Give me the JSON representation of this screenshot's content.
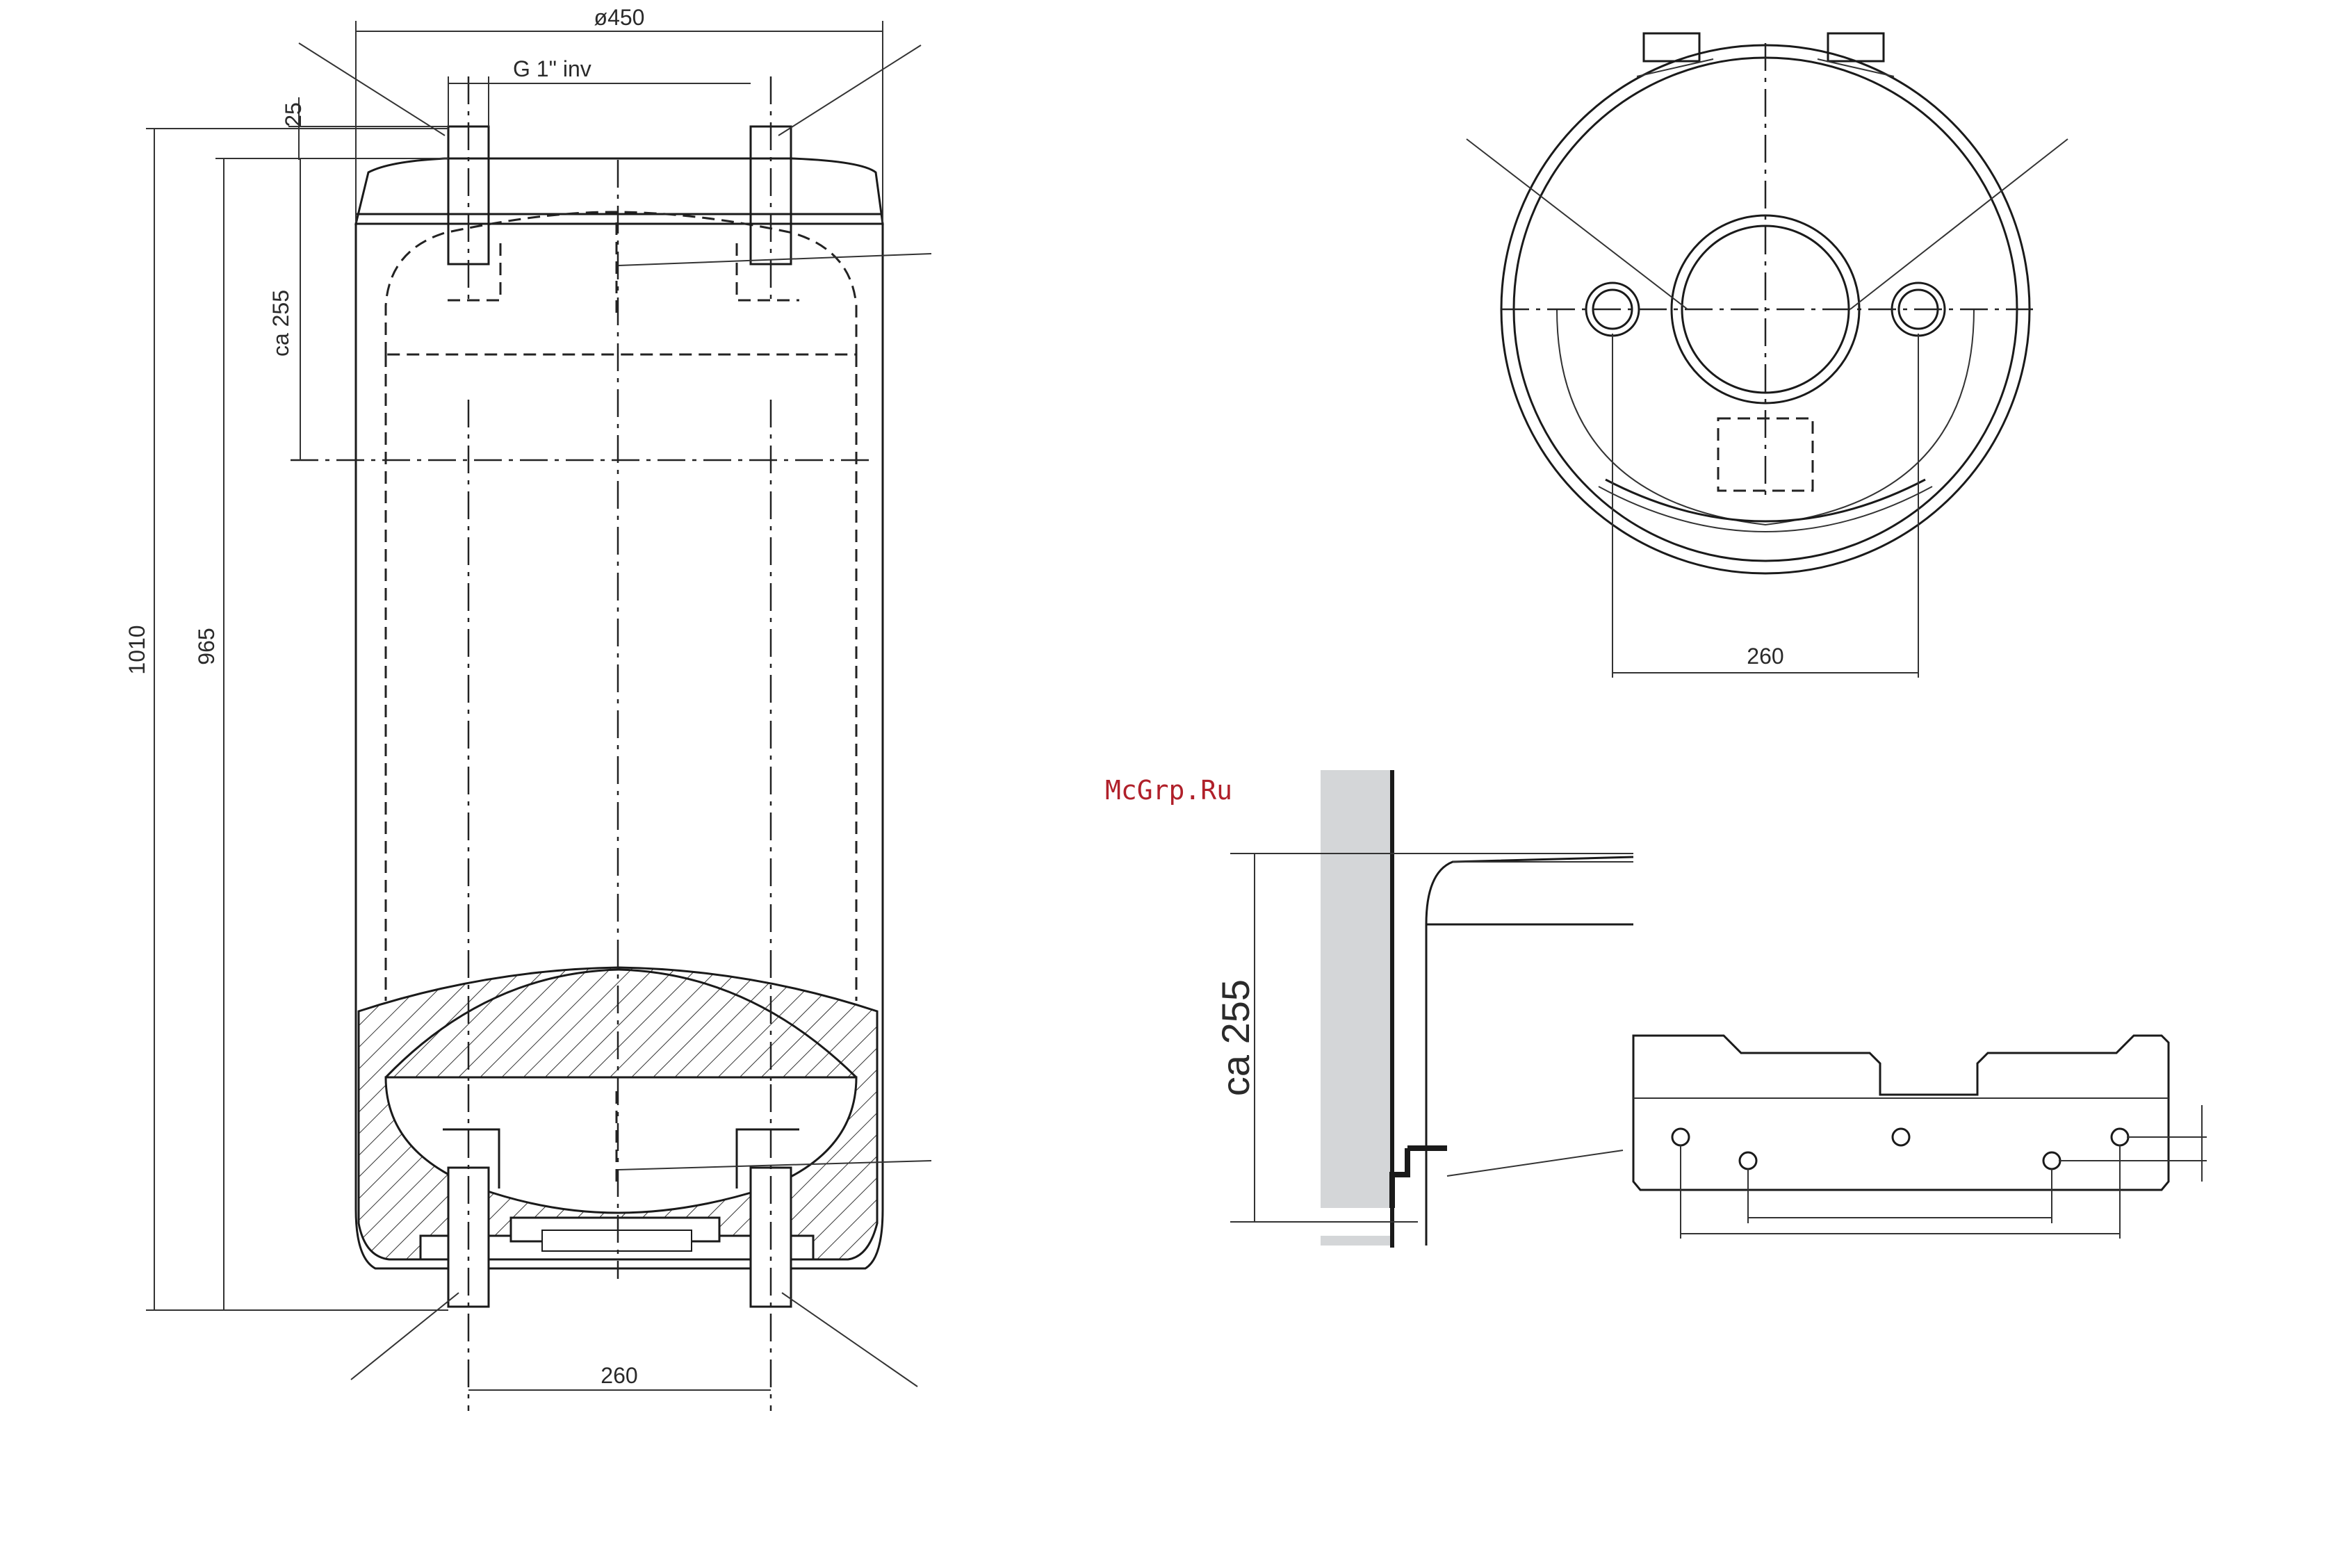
{
  "dimensions": {
    "diameter": "ø450",
    "pipe_thread": "G 1\" inv",
    "top_offset": "25",
    "height_total": "1010",
    "height_body": "965",
    "top_to_bracket": "ca 255",
    "bottom_spacing": "260",
    "top_view_spacing": "260",
    "detail_bracket": "ca 255"
  },
  "watermark": "McGrp.Ru",
  "colors": {
    "line": "#1a1a1a",
    "wall": "#d4d6d8",
    "watermark": "#b0202a"
  }
}
